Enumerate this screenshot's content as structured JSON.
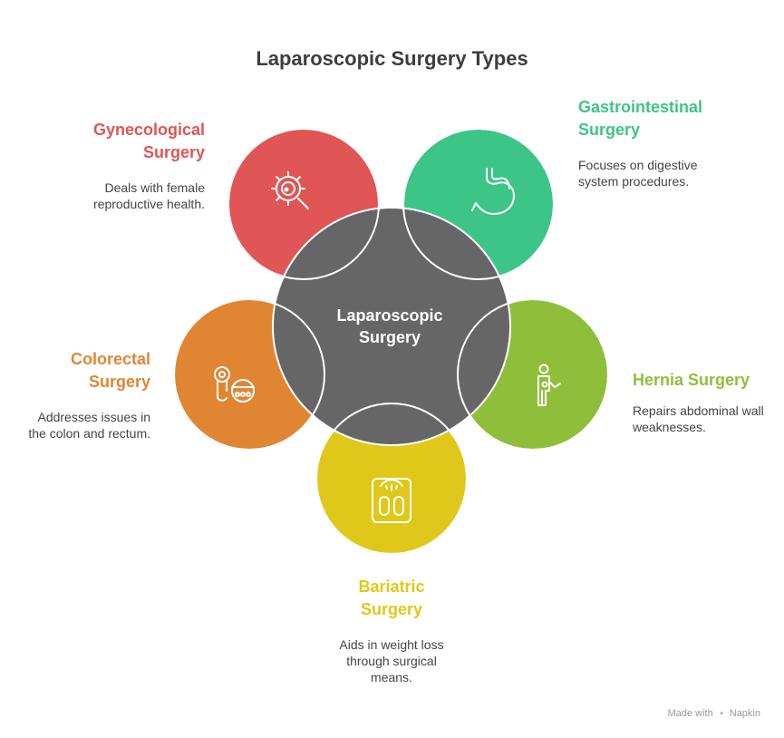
{
  "title": "Laparoscopic Surgery Types",
  "hub": {
    "label": "Laparoscopic Surgery",
    "color": "#666666"
  },
  "petals": [
    {
      "id": "gynecological",
      "title": "Gynecological Surgery",
      "desc": "Deals with female reproductive health.",
      "color": "#E05555",
      "icon": "cell-magnifier-icon"
    },
    {
      "id": "gastrointestinal",
      "title": "Gastrointestinal Surgery",
      "desc": "Focuses on digestive system procedures.",
      "color": "#3DC587",
      "icon": "stomach-icon"
    },
    {
      "id": "hernia",
      "title": "Hernia Surgery",
      "desc": "Repairs abdominal wall weaknesses.",
      "color": "#8FBF3A",
      "icon": "person-abdomen-icon"
    },
    {
      "id": "bariatric",
      "title": "Bariatric Surgery",
      "desc": "Aids in weight loss through surgical means.",
      "color": "#DFC81A",
      "icon": "weight-scale-icon"
    },
    {
      "id": "colorectal",
      "title": "Colorectal Surgery",
      "desc": "Addresses issues in the colon and rectum.",
      "color": "#E08633",
      "icon": "colon-icon"
    }
  ],
  "footer": {
    "made_with": "Made with",
    "brand": "Napkin"
  }
}
